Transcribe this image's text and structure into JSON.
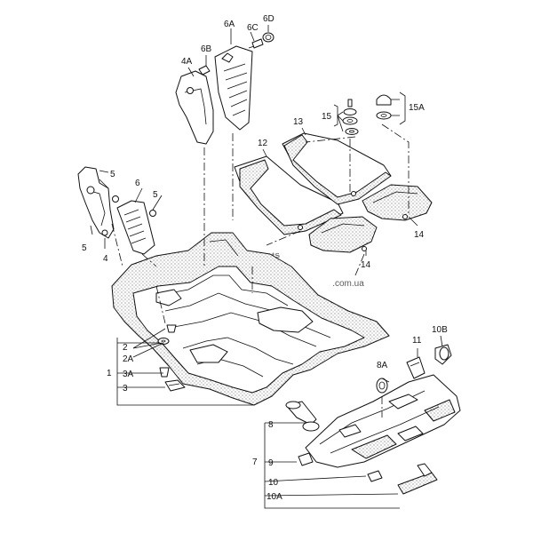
{
  "watermark": {
    "brand": "Xparts",
    "domain": ".com.ua"
  },
  "callouts": {
    "c1": "1",
    "c2": "2",
    "c2a": "2A",
    "c3": "3",
    "c3a": "3A",
    "c4": "4",
    "c4a": "4A",
    "c5a": "5",
    "c5b": "5",
    "c5c": "5",
    "c6": "6",
    "c6a": "6A",
    "c6b": "6B",
    "c6c": "6C",
    "c6d": "6D",
    "c7": "7",
    "c8": "8",
    "c8a": "8A",
    "c9": "9",
    "c10": "10",
    "c10a": "10A",
    "c10b": "10B",
    "c11": "11",
    "c12": "12",
    "c13": "13",
    "c14a": "14",
    "c14b": "14",
    "c15": "15",
    "c15a": "15A"
  }
}
